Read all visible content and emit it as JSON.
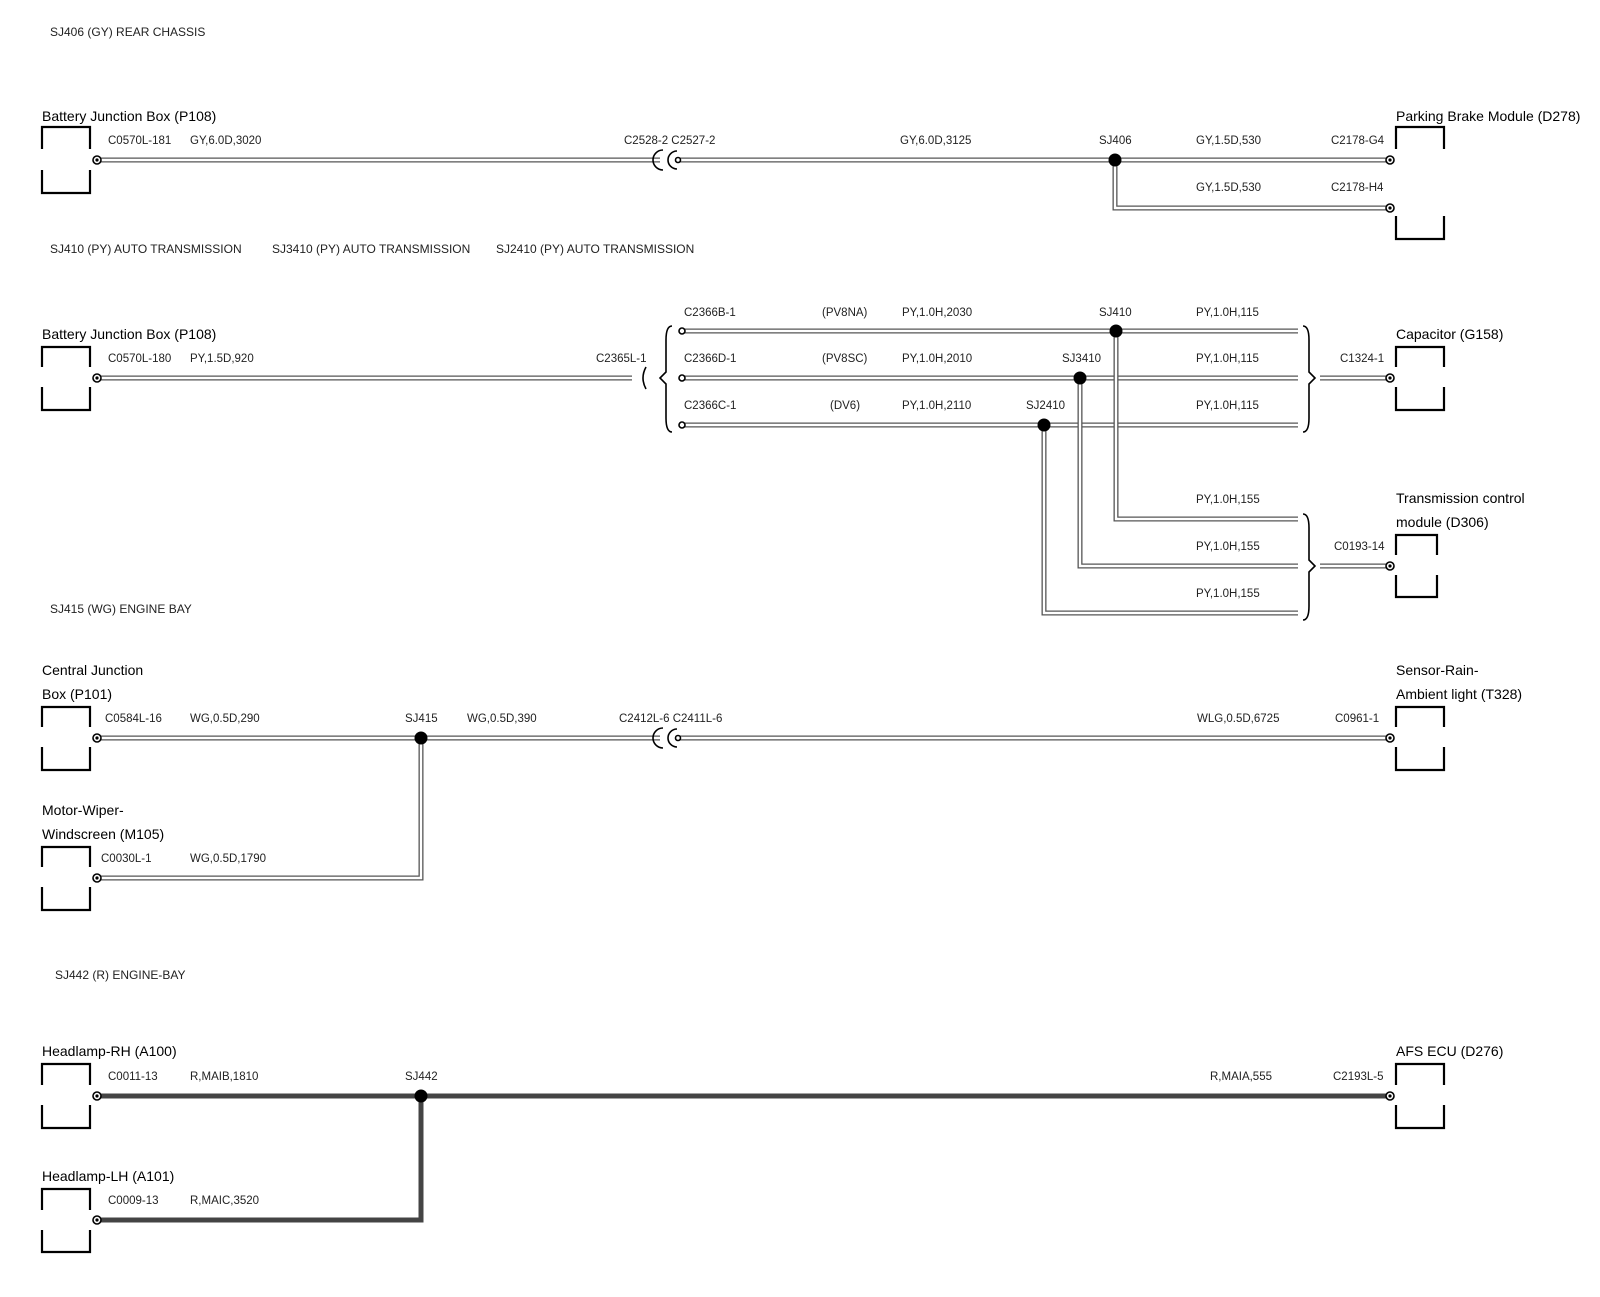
{
  "sections": {
    "s1": "SJ406 (GY) REAR CHASSIS",
    "s2a": "SJ410 (PY) AUTO TRANSMISSION",
    "s2b": "SJ3410 (PY) AUTO TRANSMISSION",
    "s2c": "SJ2410 (PY) AUTO TRANSMISSION",
    "s3": "SJ415 (WG) ENGINE BAY",
    "s4": "SJ442 (R) ENGINE-BAY"
  },
  "components": {
    "bjb1": "Battery Junction Box (P108)",
    "pbm": "Parking Brake Module (D278)",
    "bjb2": "Battery Junction Box (P108)",
    "cap": "Capacitor (G158)",
    "tcm1": "Transmission control",
    "tcm2": "module (D306)",
    "cjb1": "Central Junction",
    "cjb2": "Box (P101)",
    "srs1": "Sensor-Rain-",
    "srs2": "Ambient light (T328)",
    "mww1": "Motor-Wiper-",
    "mww2": "Windscreen (M105)",
    "hrh": "Headlamp-RH (A100)",
    "afs": "AFS ECU (D276)",
    "hlh": "Headlamp-LH (A101)"
  },
  "labels": {
    "l1": "C0570L-181",
    "l2": "GY,6.0D,3020",
    "l3": "C2528-2 C2527-2",
    "l4": "GY,6.0D,3125",
    "l5": "SJ406",
    "l6": "GY,1.5D,530",
    "l7": "C2178-G4",
    "l8": "GY,1.5D,530",
    "l9": "C2178-H4",
    "l10": "C0570L-180",
    "l11": "PY,1.5D,920",
    "l12": "C2365L-1",
    "l13": "C2366B-1",
    "l14": "(PV8NA)",
    "l15": "PY,1.0H,2030",
    "l16": "SJ410",
    "l17": "PY,1.0H,115",
    "l18": "C2366D-1",
    "l19": "(PV8SC)",
    "l20": "PY,1.0H,2010",
    "l21": "SJ3410",
    "l22": "PY,1.0H,115",
    "l23": "C2366C-1",
    "l24": "(DV6)",
    "l25": "PY,1.0H,2110",
    "l26": "SJ2410",
    "l27": "PY,1.0H,115",
    "l28": "C1324-1",
    "l29": "PY,1.0H,155",
    "l30": "PY,1.0H,155",
    "l31": "PY,1.0H,155",
    "l32": "C0193-14",
    "l33": "C0584L-16",
    "l34": "WG,0.5D,290",
    "l35": "SJ415",
    "l36": "WG,0.5D,390",
    "l37": "C2412L-6 C2411L-6",
    "l38": "WLG,0.5D,6725",
    "l39": "C0961-1",
    "l40": "C0030L-1",
    "l41": "WG,0.5D,1790",
    "l42": "C0011-13",
    "l43": "R,MAIB,1810",
    "l44": "SJ442",
    "l45": "R,MAIA,555",
    "l46": "C2193L-5",
    "l47": "C0009-13",
    "l48": "R,MAIC,3520"
  }
}
